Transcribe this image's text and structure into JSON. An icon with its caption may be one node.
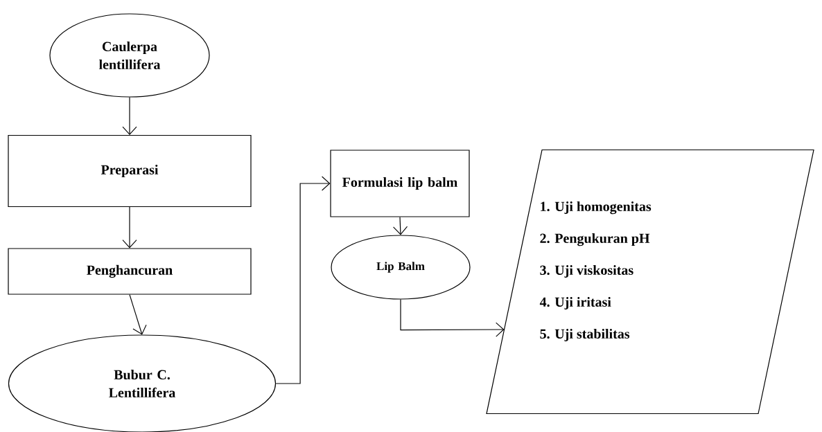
{
  "diagram": {
    "nodes": [
      {
        "text": [
          "Caulerpa lentillifera"
        ]
      },
      {
        "text": [
          "Preparasi"
        ]
      },
      {
        "text": [
          "Penghancuran"
        ]
      },
      {
        "text": [
          "Bubur C. Lentillifera"
        ]
      },
      {
        "text": [
          "Formulasi lip balm"
        ]
      },
      {
        "text": [
          "Lip Balm"
        ]
      },
      {
        "text": [
          "1. Uji homogenitas",
          "2. Pengukuran pH",
          "3. Uji viskositas",
          "4. Uji iritasi",
          "5. Uji stabilitas"
        ]
      }
    ],
    "edges": [
      {
        "from": 0,
        "to": 1,
        "arrow": "to"
      },
      {
        "from": 1,
        "to": 2,
        "arrow": "to"
      },
      {
        "from": 2,
        "to": 3,
        "arrow": "to"
      },
      {
        "from": 3,
        "to": 4,
        "arrow": "to"
      },
      {
        "from": 4,
        "to": 5,
        "arrow": "to"
      },
      {
        "from": 5,
        "to": 6,
        "arrow": "to"
      }
    ]
  }
}
